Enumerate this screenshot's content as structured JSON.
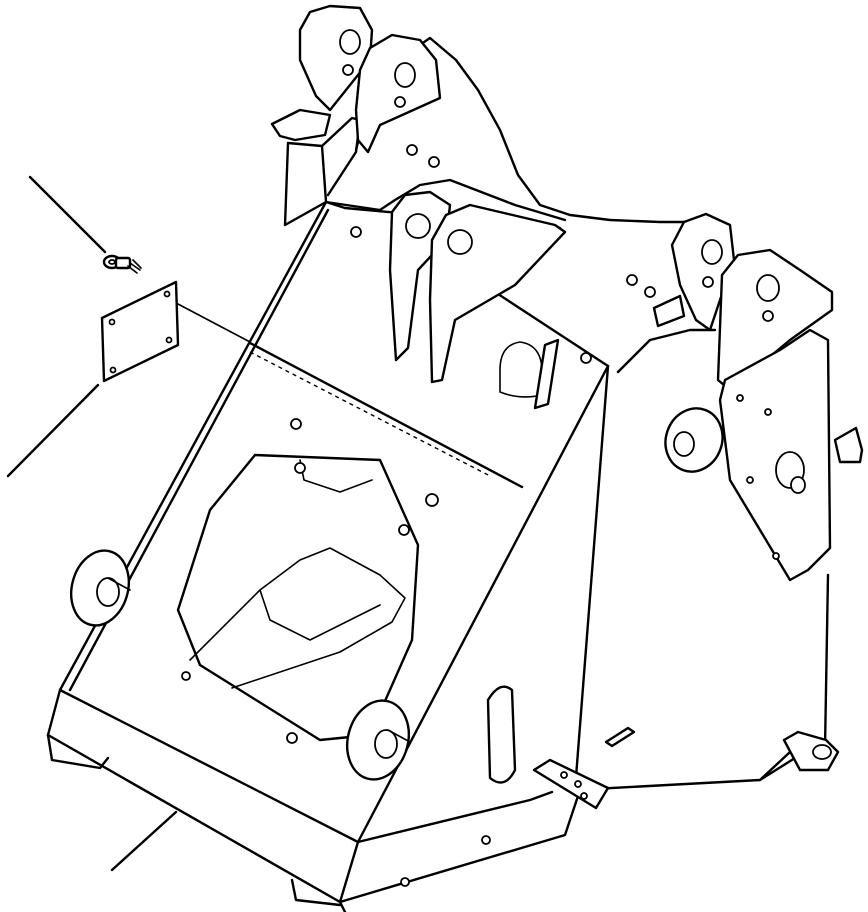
{
  "figure": {
    "description_visible_text": "",
    "callout_lines": 3,
    "line_color": "#000000",
    "background_color": "#ffffff"
  },
  "parts": {
    "main_frame": {
      "icon": "loader-front-frame"
    },
    "cover_plate": {
      "icon": "cover-plate"
    },
    "bolt_washer": {
      "icon": "bolt-icon"
    },
    "lift_arm_brackets": {
      "icon": "bracket-icon"
    },
    "tilt_cylinder_bracket": {
      "icon": "bracket-icon"
    },
    "side_bracket": {
      "icon": "bracket-icon"
    },
    "pivot_bosses": {
      "icon": "boss-icon"
    },
    "small_plates": {
      "icon": "plate-icon"
    }
  }
}
